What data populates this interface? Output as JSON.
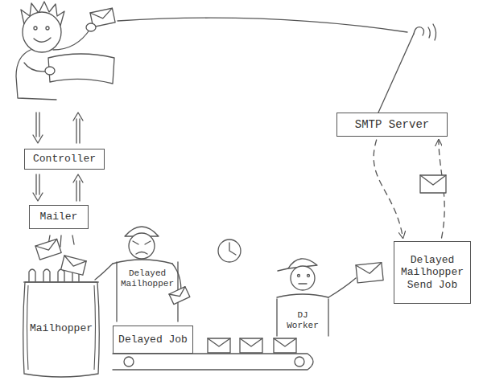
{
  "diagram": {
    "nodes": [
      {
        "text": [
          "Controller"
        ]
      },
      {
        "text": [
          "Mailer"
        ]
      },
      {
        "text": [
          "Mailhopper"
        ]
      },
      {
        "text": [
          "Delayed Job"
        ]
      },
      {
        "text": [
          "SMTP Server"
        ]
      },
      {
        "text": [
          "Delayed Mailhopper Send Job"
        ]
      }
    ],
    "edges": [
      {
        "from": 0,
        "to": 1,
        "arrow": "to"
      },
      {
        "from": 1,
        "to": 0,
        "arrow": "to"
      },
      {
        "from": 4,
        "to": 5,
        "arrow": "to"
      },
      {
        "from": 5,
        "to": 4,
        "arrow": "to"
      }
    ],
    "labels": [
      "Delayed Mailhopper",
      "DJ Worker"
    ]
  }
}
